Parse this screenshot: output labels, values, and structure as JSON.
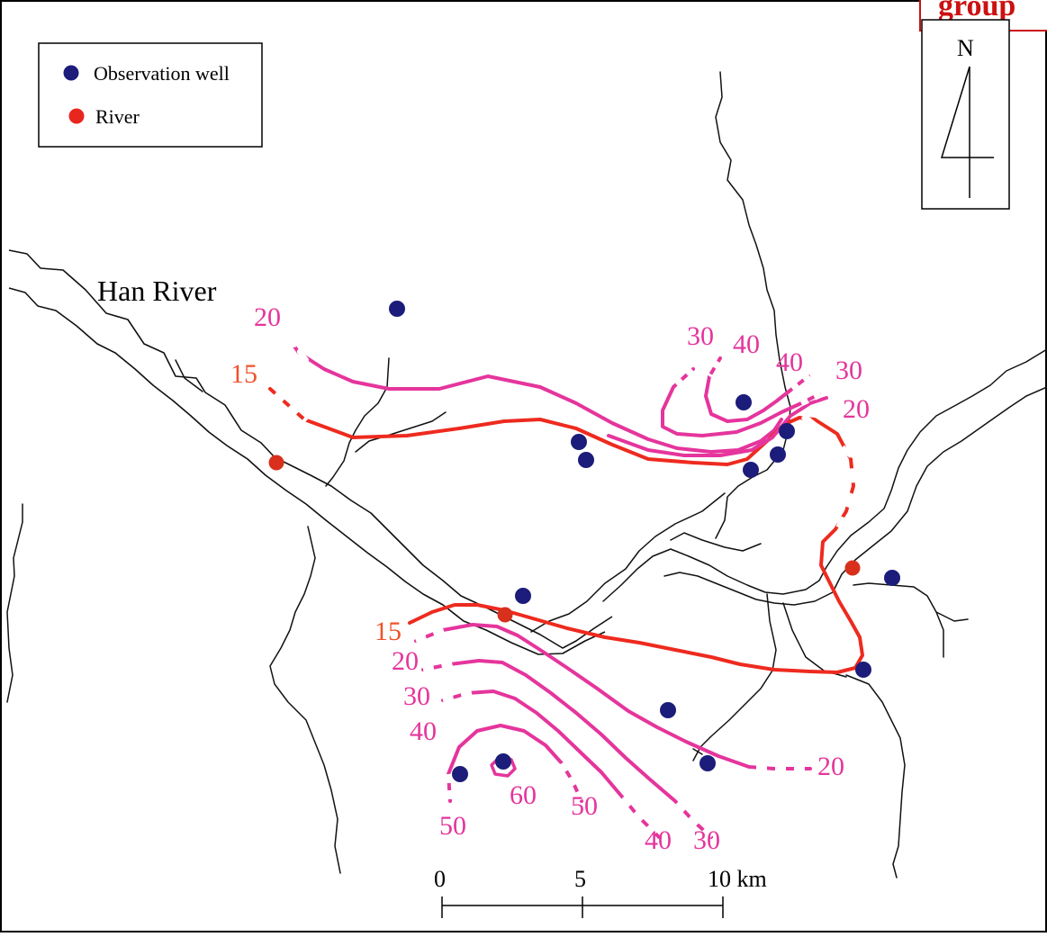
{
  "header_fragment": "group",
  "legend": {
    "items": [
      {
        "label": "Observation well",
        "color": "#1c1c7a"
      },
      {
        "label": "River",
        "color": "#e8261e"
      }
    ]
  },
  "north_arrow": {
    "label": "N"
  },
  "river_label": "Han River",
  "scale_bar": {
    "ticks": [
      "0",
      "5",
      "10 km"
    ]
  },
  "contour_labels": {
    "north": [
      "20",
      "15",
      "30",
      "40",
      "40",
      "30",
      "20"
    ],
    "south": [
      "15",
      "20",
      "30",
      "40",
      "60",
      "50",
      "50",
      "40",
      "30",
      "20"
    ]
  },
  "colors": {
    "contour": "#e5359c",
    "contour_15": "#ee2a1f",
    "label_15": "#f0522a",
    "well": "#1c1c7a",
    "river_point": "#d8301c",
    "stream": "#111111",
    "header": "#cc1111"
  }
}
